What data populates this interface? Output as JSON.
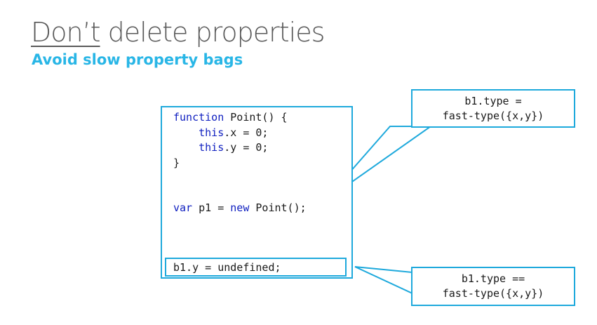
{
  "slide": {
    "title_emphasis": "Don’t",
    "title_rest": " delete properties",
    "subtitle": "Avoid slow property bags"
  },
  "code": {
    "line1_kw": "function",
    "line1_rest": " Point() {",
    "line2_indent": "    ",
    "line2_kw": "this",
    "line2_rest": ".x = 0;",
    "line3_indent": "    ",
    "line3_kw": "this",
    "line3_rest": ".y = 0;",
    "line4": "}",
    "line5_kw1": "var",
    "line5_mid": " p1 = ",
    "line5_kw2": "new",
    "line5_rest": " Point();",
    "delete_line": "b1.y = undefined;"
  },
  "callouts": {
    "top_line1": "b1.type =",
    "top_line2": "fast-type({x,y})",
    "bottom_line1": "b1.type ==",
    "bottom_line2": "fast-type({x,y})"
  },
  "colors": {
    "accent": "#1ea9dc",
    "subtitle": "#29b6e6",
    "keyword": "#1020c0",
    "title": "#595959"
  }
}
